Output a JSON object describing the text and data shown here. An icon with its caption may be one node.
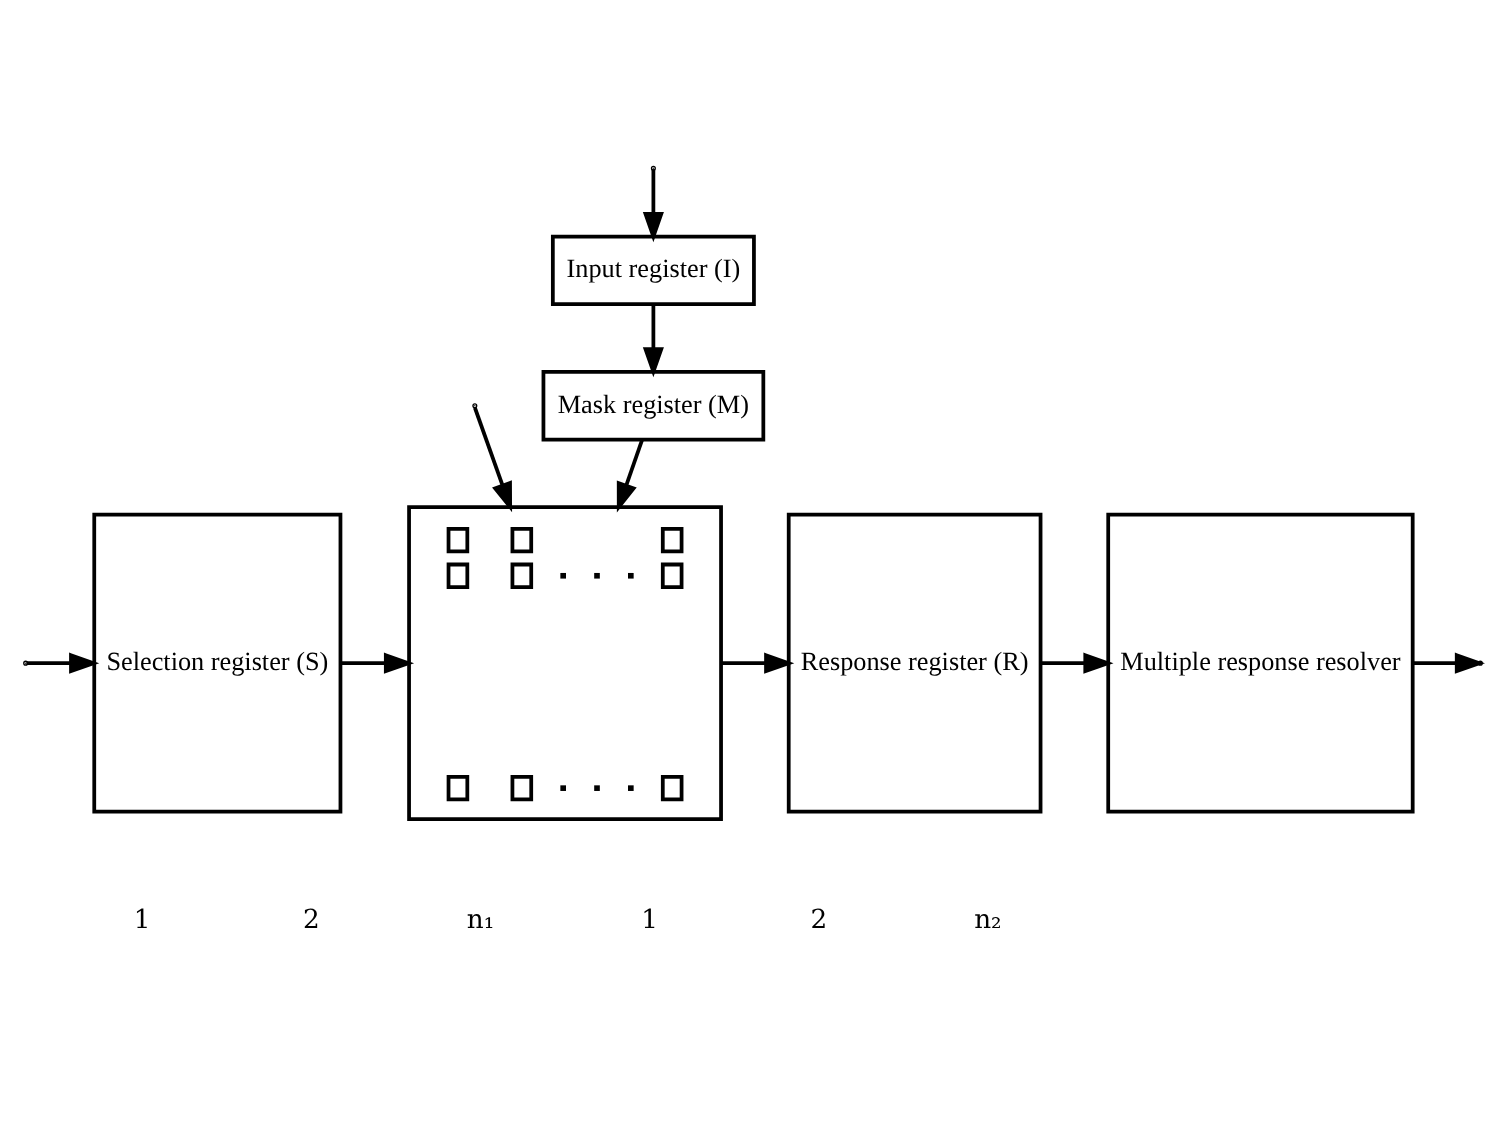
{
  "diagram": {
    "nodes": [
      {
        "text": [
          "Input register (I)"
        ]
      },
      {
        "text": [
          "Mask register (M)"
        ]
      },
      {
        "text": [],
        "shape": "box"
      },
      {
        "text": [
          "Selection register (S)"
        ]
      },
      {
        "text": [
          "Response register (R)"
        ]
      },
      {
        "text": [
          "Multiple response resolver"
        ]
      }
    ],
    "edges": [
      {
        "from": null,
        "to": 0,
        "arrow": "to"
      },
      {
        "from": 0,
        "to": 1,
        "arrow": "to"
      },
      {
        "from": null,
        "to": 2,
        "arrow": "to"
      },
      {
        "from": 1,
        "to": 2,
        "arrow": "to"
      },
      {
        "from": null,
        "to": 3,
        "arrow": "to"
      },
      {
        "from": 3,
        "to": 2,
        "arrow": "to"
      },
      {
        "from": 2,
        "to": 4,
        "arrow": "to"
      },
      {
        "from": 4,
        "to": 5,
        "arrow": "to"
      },
      {
        "from": 5,
        "to": null,
        "arrow": "to"
      }
    ],
    "labels": [
      "1",
      "2",
      "n₁",
      "1",
      "2",
      "n₂"
    ]
  }
}
